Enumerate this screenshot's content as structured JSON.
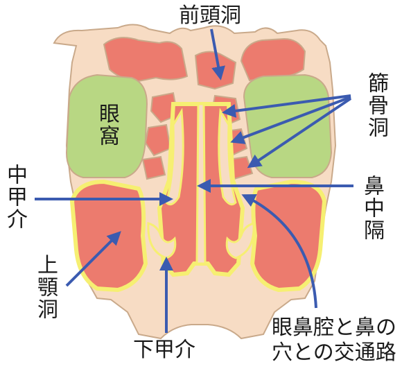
{
  "labels": {
    "frontal_sinus": "前頭洞",
    "orbit": "眼窩",
    "ethmoid_sinus": "篩骨洞",
    "middle_turbinate": "中甲介",
    "nasal_septum": "鼻中隔",
    "maxillary_sinus": "上顎洞",
    "inferior_turbinate": "下甲介",
    "ostium_line1": "眼鼻腔と鼻の",
    "ostium_line2": "穴との交通路"
  },
  "colors": {
    "bone": "#f7dcc4",
    "bone_stroke": "#c9a98a",
    "sinus": "#ec7b6e",
    "mucosa": "#f6ef72",
    "orbit": "#b8d783",
    "arrow": "#3b5bb0",
    "text": "#1a1a1a"
  }
}
